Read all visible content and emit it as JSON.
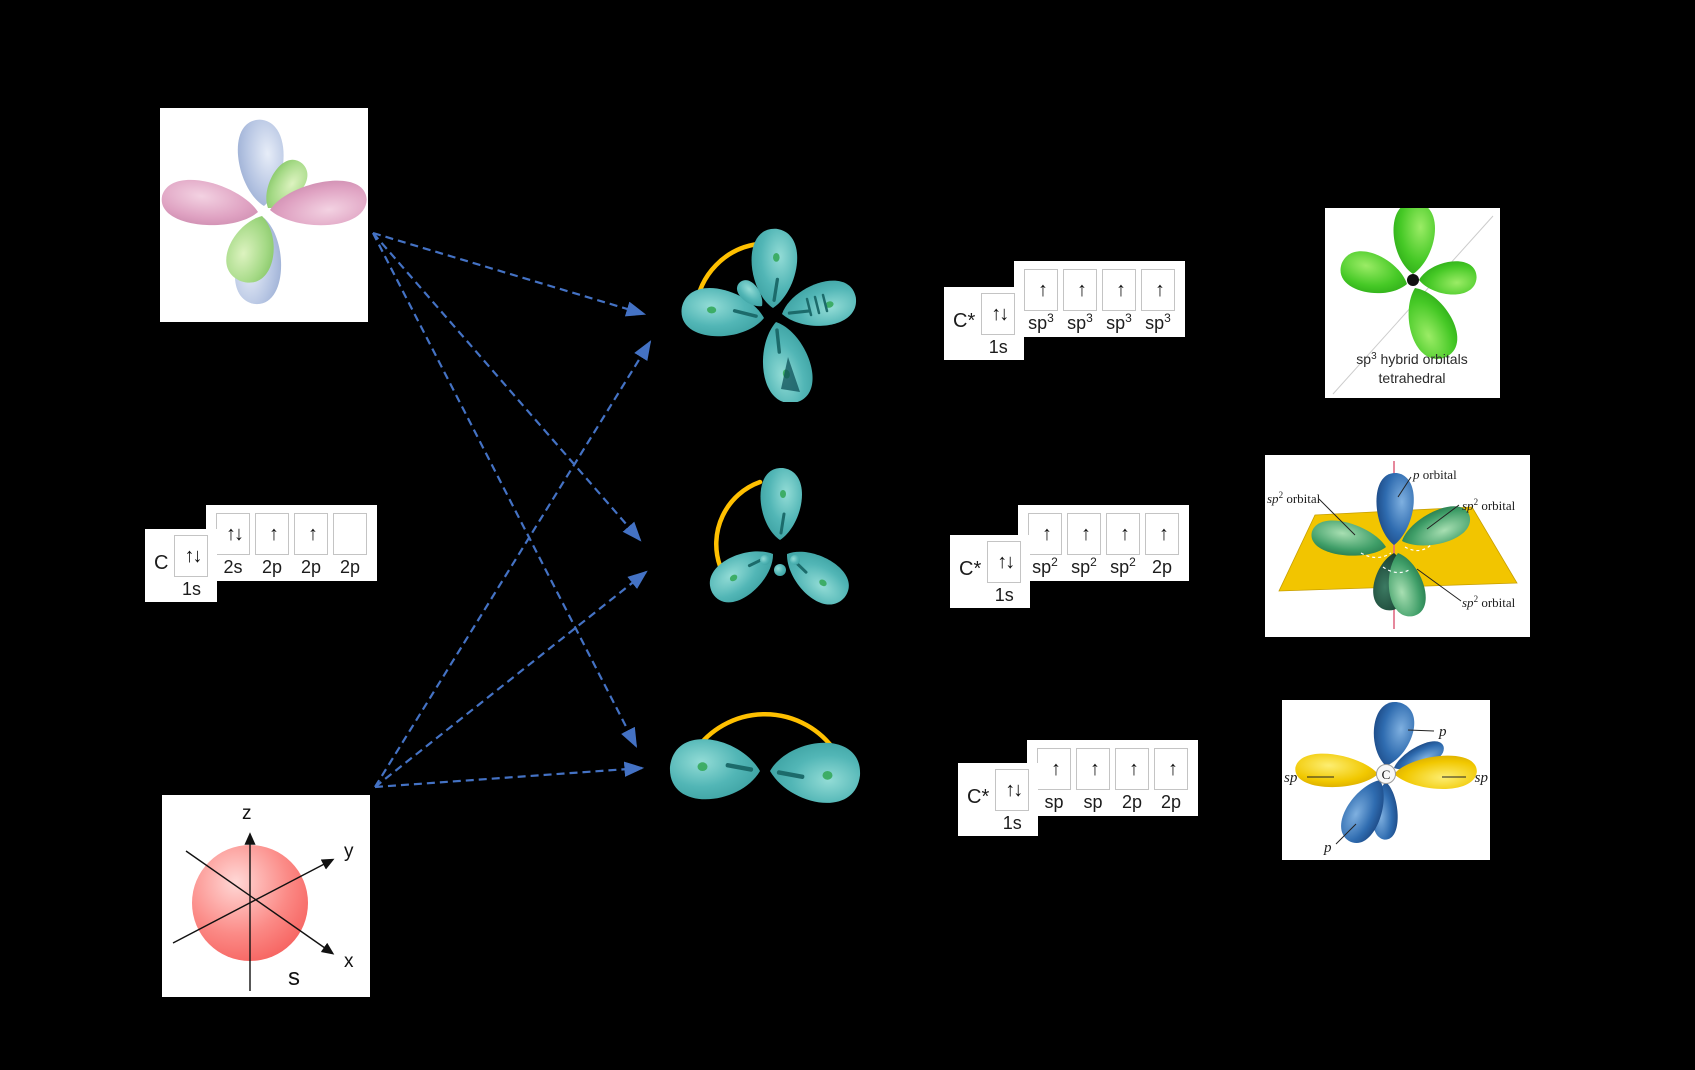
{
  "colors": {
    "background": "#000000",
    "arrow_blue": "#4472C4",
    "angle_arc_yellow": "#FFC000",
    "hybrid_lobe_teal": "#4FB3B3",
    "sp3_result_green": "#3CBE28",
    "p_lobe_blue": "#2A5FA5",
    "sp_lobe_yellow": "#F0C400",
    "s_orbital_red": "#FA6B6B",
    "plane_yellow": "#F2C500"
  },
  "s_orbital_image": {
    "axis_z": "z",
    "axis_y": "y",
    "axis_x": "x",
    "orbital_label": "s"
  },
  "config_c": {
    "element": "C",
    "core_arrows": "↑↓",
    "core_label": "1s",
    "boxes": [
      {
        "base": "2s",
        "sup": "",
        "arrows": "↑↓"
      },
      {
        "base": "2p",
        "sup": "",
        "arrows": "↑"
      },
      {
        "base": "2p",
        "sup": "",
        "arrows": "↑"
      },
      {
        "base": "2p",
        "sup": "",
        "arrows": ""
      }
    ]
  },
  "config_sp3": {
    "element": "C*",
    "core_arrows": "↑↓",
    "core_label": "1s",
    "boxes": [
      {
        "base": "sp",
        "sup": "3",
        "arrows": "↑"
      },
      {
        "base": "sp",
        "sup": "3",
        "arrows": "↑"
      },
      {
        "base": "sp",
        "sup": "3",
        "arrows": "↑"
      },
      {
        "base": "sp",
        "sup": "3",
        "arrows": "↑"
      }
    ]
  },
  "config_sp2": {
    "element": "C*",
    "core_arrows": "↑↓",
    "core_label": "1s",
    "boxes": [
      {
        "base": "sp",
        "sup": "2",
        "arrows": "↑"
      },
      {
        "base": "sp",
        "sup": "2",
        "arrows": "↑"
      },
      {
        "base": "sp",
        "sup": "2",
        "arrows": "↑"
      },
      {
        "base": "2p",
        "sup": "",
        "arrows": "↑"
      }
    ]
  },
  "config_sp": {
    "element": "C*",
    "core_arrows": "↑↓",
    "core_label": "1s",
    "boxes": [
      {
        "base": "sp",
        "sup": "",
        "arrows": "↑"
      },
      {
        "base": "sp",
        "sup": "",
        "arrows": "↑"
      },
      {
        "base": "2p",
        "sup": "",
        "arrows": "↑"
      },
      {
        "base": "2p",
        "sup": "",
        "arrows": "↑"
      }
    ]
  },
  "hybrid_orbital_diagrams": {
    "sp3": {
      "lobes": 4
    },
    "sp2": {
      "lobes": 3
    },
    "sp": {
      "lobes": 2
    }
  },
  "sp3_result_image": {
    "caption_base": "sp",
    "caption_sup": "3",
    "caption_rest": " hybrid orbitals",
    "caption_line2": "tetrahedral"
  },
  "sp2_result_image": {
    "label_top_em": "p",
    "label_top_rest": " orbital",
    "label_left_em": "sp",
    "label_left_sup": "2",
    "label_left_rest": " orbital",
    "label_right_em": "sp",
    "label_right_sup": "2",
    "label_right_rest": " orbital",
    "label_bottom_em": "sp",
    "label_bottom_sup": "2",
    "label_bottom_rest": " orbital"
  },
  "sp_result_image": {
    "label_top": "p",
    "label_left": "sp",
    "label_right": "sp",
    "label_bottom": "p",
    "center_atom": "C"
  }
}
